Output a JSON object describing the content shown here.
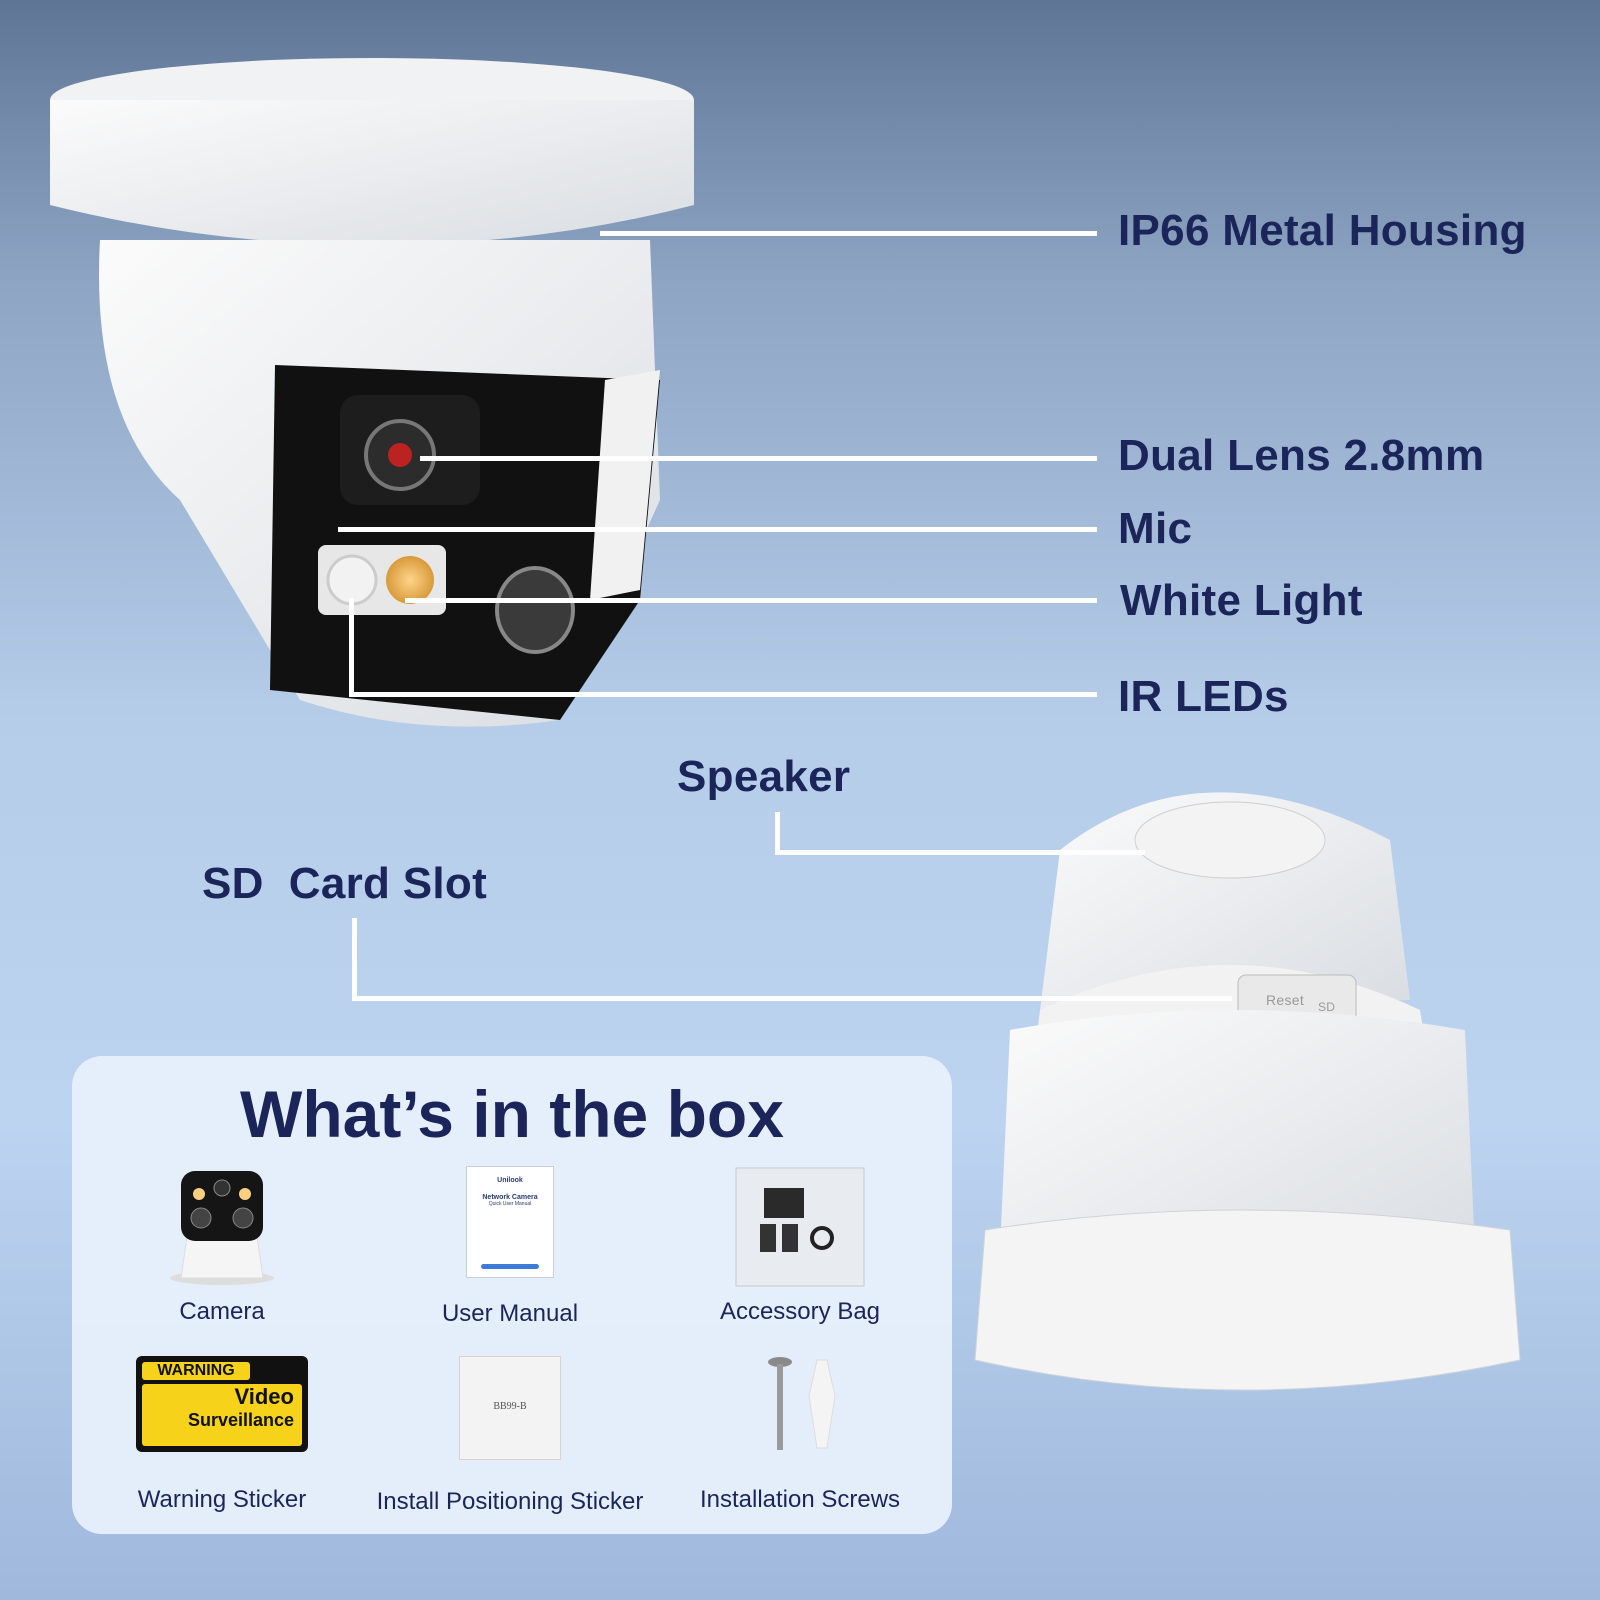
{
  "callouts": {
    "housing": "IP66 Metal Housing",
    "lens": "Dual Lens 2.8mm",
    "mic": "Mic",
    "white_light": "White Light",
    "ir_leds": "IR LEDs",
    "speaker": "Speaker",
    "sd_slot": "SD  Card Slot"
  },
  "camera_rear_labels": {
    "reset": "Reset",
    "sd": "SD"
  },
  "box": {
    "title": "What’s in the box",
    "items": [
      {
        "label": "Camera",
        "icon": "camera-icon"
      },
      {
        "label": "User Manual",
        "icon": "manual-icon"
      },
      {
        "label": "Accessory Bag",
        "icon": "accessory-bag-icon"
      },
      {
        "label": "Warning Sticker",
        "icon": "warning-sticker-icon"
      },
      {
        "label": "Install Positioning Sticker",
        "icon": "positioning-sticker-icon"
      },
      {
        "label": "Installation Screws",
        "icon": "screws-icon"
      }
    ]
  },
  "manual_cover": {
    "brand": "Unilook",
    "title": "Network Camera",
    "subtitle": "Quick User Manual"
  },
  "warning_sticker": {
    "header": "WARNING",
    "line1": "Video",
    "line2": "Surveillance"
  },
  "positioning_sticker": {
    "code": "BB99-B"
  },
  "colors": {
    "text": "#1b2559",
    "callout_line": "#ffffff",
    "warning_yellow": "#f6d21b"
  }
}
